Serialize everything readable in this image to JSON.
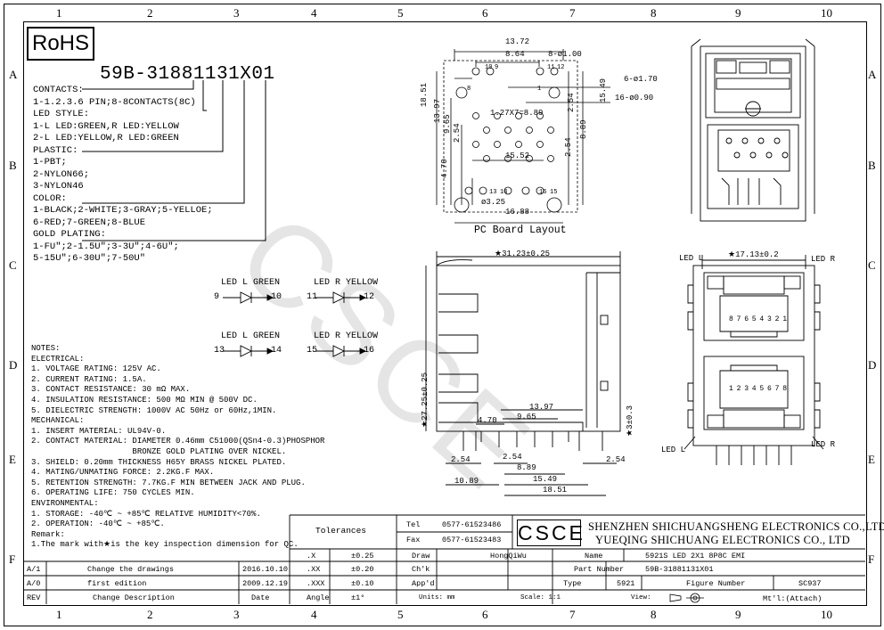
{
  "grid": {
    "columns": [
      "1",
      "2",
      "3",
      "4",
      "5",
      "6",
      "7",
      "8",
      "9",
      "10"
    ],
    "rows": [
      "A",
      "B",
      "C",
      "D",
      "E",
      "F"
    ]
  },
  "rohs_label": "RoHS",
  "watermark": "CSCE",
  "part_code": "59B-31881131X01",
  "spec_lines": [
    "CONTACTS:",
    "1-1.2.3.6 PIN;8-8CONTACTS(8C)",
    "LED STYLE:",
    "1-L LED:GREEN,R LED:YELLOW",
    "2-L LED:YELLOW,R LED:GREEN",
    "PLASTIC:",
    "1-PBT;",
    "2-NYLON66;",
    "3-NYLON46",
    "COLOR:",
    "1-BLACK;2-WHITE;3-GRAY;5-YELLOE;",
    "6-RED;7-GREEN;8-BLUE",
    "GOLD PLATING:",
    "1-FU\";2-1.5U\";3-3U\";4-6U\";",
    "5-15U\";6-30U\";7-50U\""
  ],
  "leds": [
    {
      "label": "LED L GREEN",
      "pin_a": "9",
      "pin_b": "10"
    },
    {
      "label": "LED R YELLOW",
      "pin_a": "11",
      "pin_b": "12"
    },
    {
      "label": "LED L GREEN",
      "pin_a": "13",
      "pin_b": "14"
    },
    {
      "label": "LED R YELLOW",
      "pin_a": "15",
      "pin_b": "16"
    }
  ],
  "notes_lines": [
    "NOTES:",
    "ELECTRICAL:",
    "1. VOLTAGE RATING: 125V AC.",
    "2. CURRENT RATING: 1.5A.",
    "3. CONTACT RESISTANCE: 30 mΩ MAX.",
    "4. INSULATION RESISTANCE: 500 MΩ MIN @ 500V DC.",
    "5. DIELECTRIC STRENGTH: 1000V AC 50Hz or 60Hz,1MIN.",
    "MECHANICAL:",
    "1. INSERT MATERIAL: UL94V-0.",
    "2. CONTACT MATERIAL: DIAMETER 0.46mm C51000(QSn4-0.3)PHOSPHOR",
    "                     BRONZE GOLD PLATING OVER NICKEL.",
    "3. SHIELD: 0.20mm THICKNESS H65Y BRASS NICKEL PLATED.",
    "4. MATING/UNMATING FORCE: 2.2KG.F MAX.",
    "5. RETENTION STRENGTH: 7.7KG.F MIN BETWEEN JACK AND PLUG.",
    "6. OPERATING LIFE: 750 CYCLES MIN.",
    "ENVIRONMENTAL:",
    "1. STORAGE: -40℃ ~ +85℃ RELATIVE HUMIDITY<70%.",
    "2. OPERATION: -40℃ ~ +85℃.",
    "Remark:",
    "1.The mark with★is the key inspection dimension for QC."
  ],
  "pcb": {
    "caption": "PC Board Layout",
    "dims": [
      "13.72",
      "8.64",
      "8-ø1.00",
      "6-ø1.70",
      "16-ø0.90",
      "1.27X7=8.89",
      "18.51",
      "13.97",
      "9.65",
      "2.54",
      "4.70",
      "15.52",
      "2.54",
      "8.89",
      "15.49",
      "2.54",
      "ø3.25",
      "16.88"
    ],
    "pins_top": [
      "10",
      "9",
      "12",
      "11"
    ],
    "pins_mid": [
      "8",
      "1"
    ],
    "pins_bot": [
      "13",
      "14",
      "16",
      "15"
    ]
  },
  "side_view": {
    "dims": [
      "★31.23±0.25",
      "★27.25±0.25",
      "13.97",
      "9.65",
      "4.70",
      "★3±0.3",
      "2.54",
      "2.54",
      "2.54",
      "8.89",
      "15.49",
      "10.89",
      "18.51"
    ]
  },
  "front_view": {
    "dims": [
      "★17.13±0.2"
    ],
    "labels": [
      "LED L",
      "LED R",
      "LED L",
      "LED R"
    ],
    "pins_upper": "8 7 6 5 4 3 2 1",
    "pins_lower": "1 2 3 4 5 6 7 8"
  },
  "title_block": {
    "tolerances": "Tolerances",
    "tol_rows": [
      {
        "prec": ".X",
        "tol": "±0.25"
      },
      {
        "prec": ".XX",
        "tol": "±0.20"
      },
      {
        "prec": ".XXX",
        "tol": "±0.10"
      },
      {
        "prec": "Angle",
        "tol": "±1°"
      }
    ],
    "tel_label": "Tel",
    "tel": "0577-61523486",
    "fax_label": "Fax",
    "fax": "0577-61523483",
    "logo": "CSCE",
    "company_1": "SHENZHEN SHICHUANGSHENG ELECTRONICS CO.,LTD",
    "company_2": "YUEQING SHICHUANG ELECTRONICS CO., LTD",
    "draw_label": "Draw",
    "draw_value": "HongQiWu",
    "chk_label": "Ch'k",
    "app_label": "App'd",
    "units_label": "Units: mm",
    "scale_label": "Scale: 1:1",
    "view_label": "View:",
    "name_label": "Name",
    "name_value": "5921S LED 2X1 8P8C EMI",
    "partnum_label": "Part Number",
    "partnum_value": "59B-31881131X01",
    "type_label": "Type",
    "type_value": "5921",
    "figure_label": "Figure Number",
    "figure_value": "SC937",
    "mt_label": "Mt'l:(Attach)",
    "revisions": [
      {
        "rev": "A/1",
        "desc": "Change the drawings",
        "date": "2016.10.10"
      },
      {
        "rev": "A/0",
        "desc": "first edition",
        "date": "2009.12.19"
      }
    ],
    "rev_header": "REV",
    "desc_header": "Change Description",
    "date_header": "Date"
  }
}
